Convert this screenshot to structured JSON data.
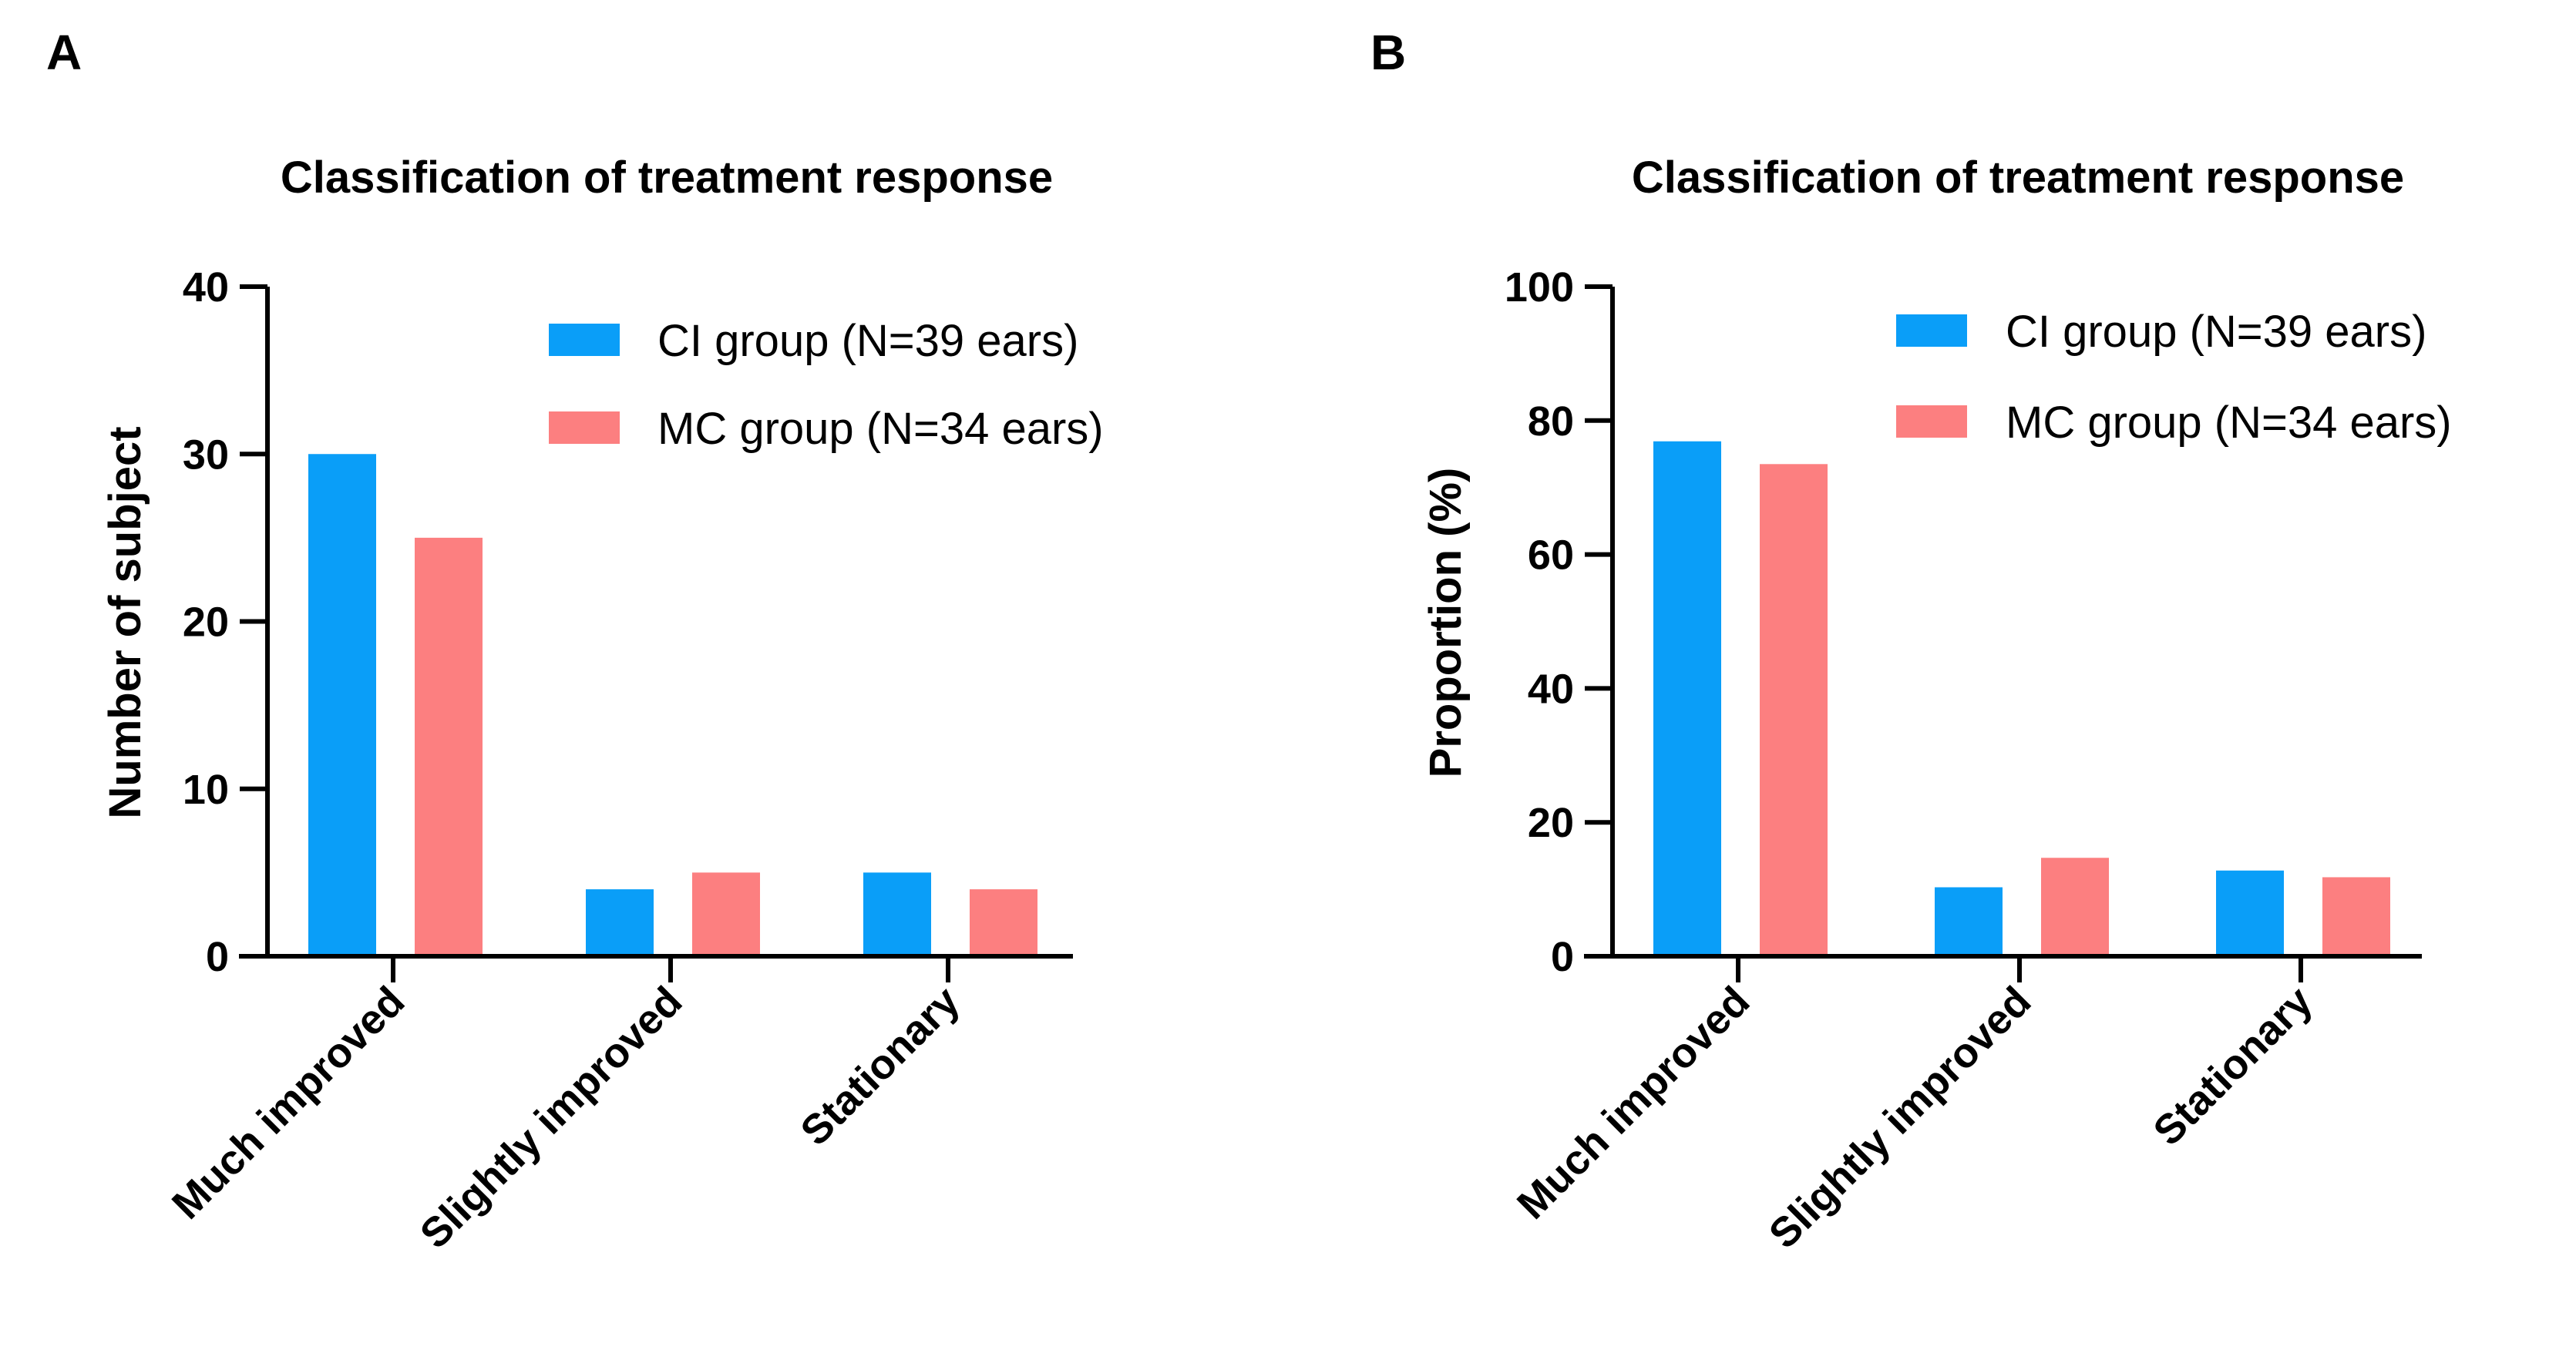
{
  "colors": {
    "ci": "#0A9EF8",
    "mc": "#FC7F80",
    "axis": "#000000"
  },
  "chart_data": [
    {
      "panel": "A",
      "type": "bar",
      "title": "Classification of treatment response",
      "xlabel": "",
      "ylabel": "Number of subject",
      "ylim": [
        0,
        40
      ],
      "yticks": [
        "0",
        "10",
        "20",
        "30",
        "40"
      ],
      "categories": [
        "Much improved",
        "Slightly improved",
        "Stationary"
      ],
      "series": [
        {
          "name": "CI group (N=39 ears)",
          "values": [
            30,
            4,
            5
          ]
        },
        {
          "name": "MC group (N=34 ears)",
          "values": [
            25,
            5,
            4
          ]
        }
      ],
      "legend": "top-right",
      "grid": false
    },
    {
      "panel": "B",
      "type": "bar",
      "title": "Classification of treatment response",
      "xlabel": "",
      "ylabel": "Proportion (%)",
      "ylim": [
        0,
        100
      ],
      "yticks": [
        "0",
        "20",
        "40",
        "60",
        "80",
        "100"
      ],
      "categories": [
        "Much improved",
        "Slightly improved",
        "Stationary"
      ],
      "series": [
        {
          "name": "CI group (N=39 ears)",
          "values": [
            76.9,
            10.3,
            12.8
          ]
        },
        {
          "name": "MC group (N=34 ears)",
          "values": [
            73.5,
            14.7,
            11.8
          ]
        }
      ],
      "legend": "top-right",
      "grid": false
    }
  ]
}
